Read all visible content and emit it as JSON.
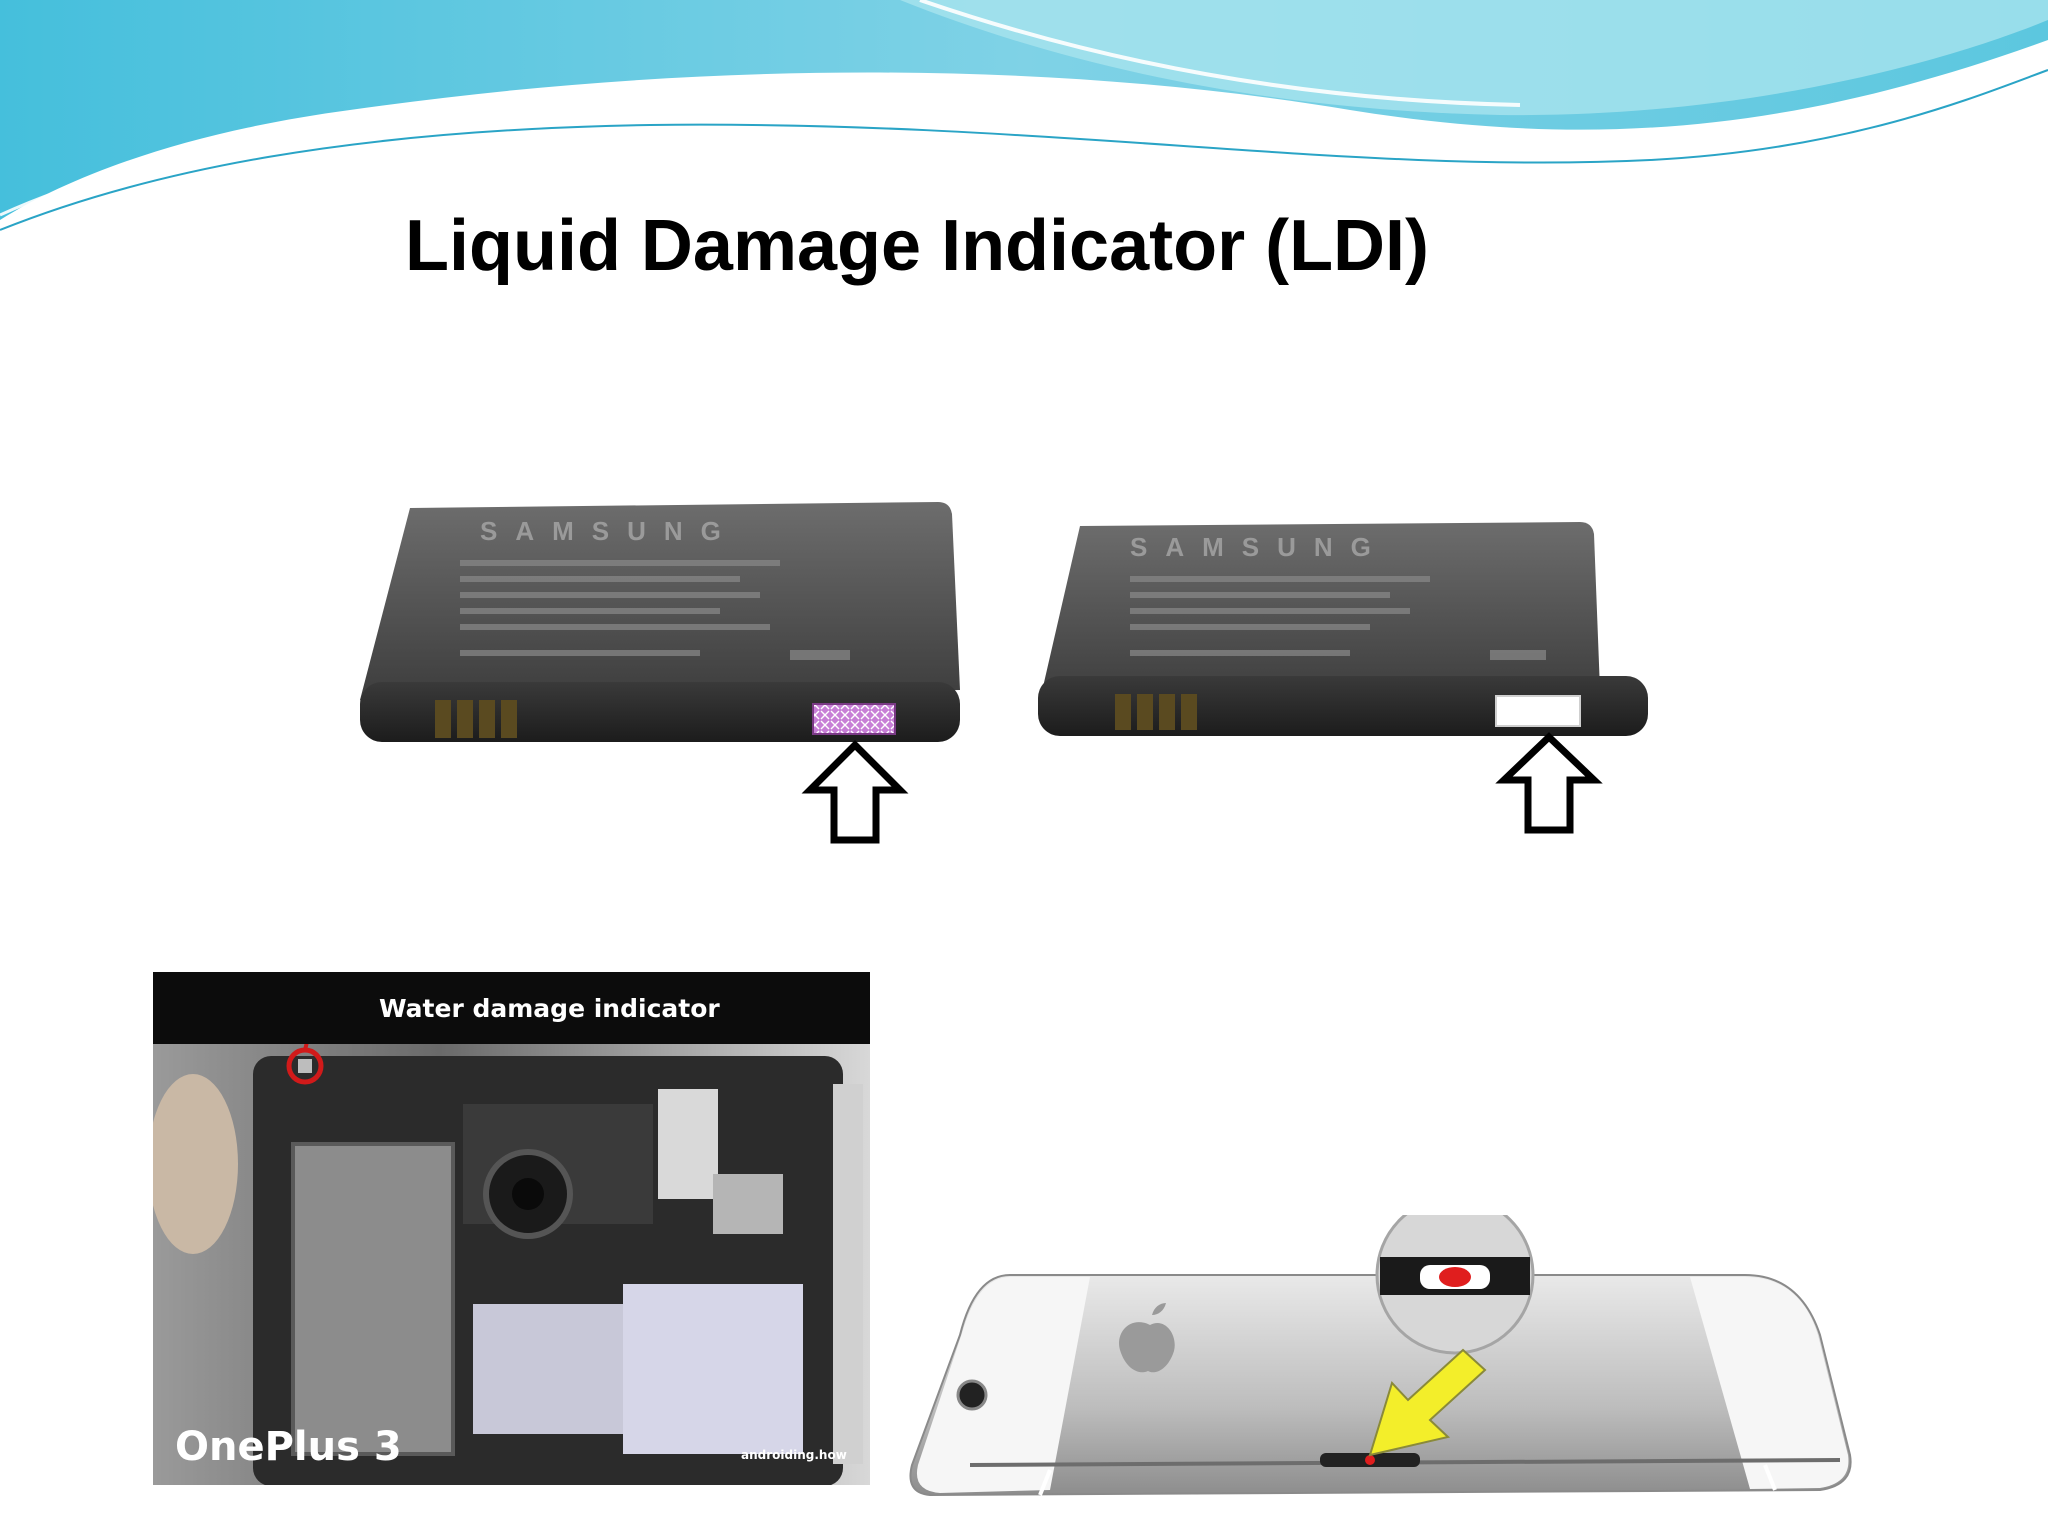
{
  "slide": {
    "title": "Liquid Damage Indicator (LDI)"
  },
  "batteries": {
    "left": {
      "brand": "SAMSUNG",
      "indicator_state": "triggered",
      "indicator_color": "#c77fd6"
    },
    "right": {
      "brand": "SAMSUNG",
      "indicator_state": "clean",
      "indicator_color": "#ffffff"
    }
  },
  "oneplus_photo": {
    "annotation": "Water damage indicator",
    "model": "OnePlus 3",
    "credit": "androiding.how",
    "highlight_color": "#d11a1a"
  },
  "iphone_photo": {
    "dot_color": "#e01e1e",
    "arrow_color": "#f3ee2a"
  },
  "colors": {
    "wave_light": "#a7e3ee",
    "wave_mid": "#5fc6dd",
    "wave_dark": "#2aa4c6"
  }
}
